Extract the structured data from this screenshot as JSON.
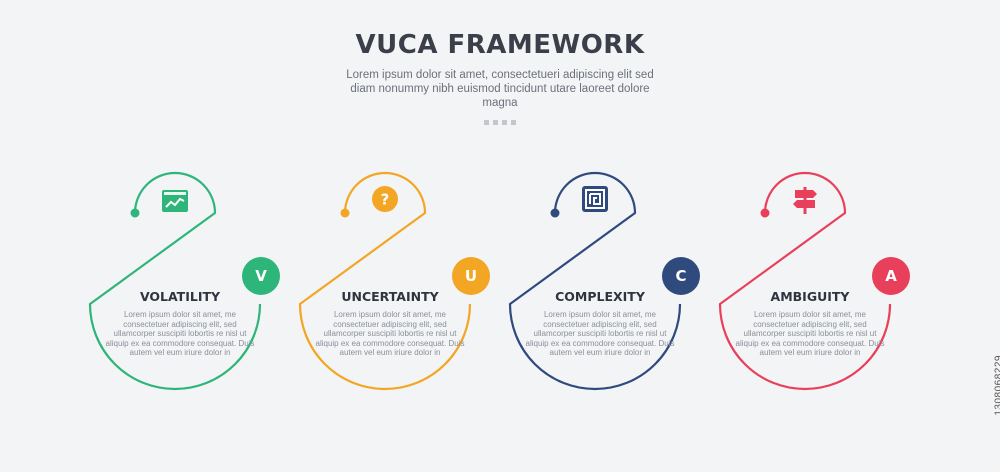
{
  "header": {
    "title": "VUCA FRAMEWORK",
    "subtitle": "Lorem ipsum dolor sit amet, consectetueri adipiscing elit sed diam nonummy nibh euismod tincidunt utare laoreet dolore magna"
  },
  "items": [
    {
      "title": "VOLATILITY",
      "letter": "V",
      "color": "#2db57a",
      "icon": "chart-window-icon",
      "description": "Lorem ipsum dolor sit amet, me consectetuer adipiscing elit, sed ullamcorper suscipiti lobortis re nisl ut aliquip ex ea commodore consequat. Duis autem vel eum iriure dolor in"
    },
    {
      "title": "UNCERTAINTY",
      "letter": "U",
      "color": "#f2a623",
      "icon": "question-mark-icon",
      "description": "Lorem ipsum dolor sit amet, me consectetuer adipiscing elit, sed ullamcorper suscipiti lobortis re nisl ut aliquip ex ea commodore consequat. Duis autem vel eum iriure dolor in"
    },
    {
      "title": "COMPLEXITY",
      "letter": "C",
      "color": "#2f4a7c",
      "icon": "maze-icon",
      "description": "Lorem ipsum dolor sit amet, me consectetuer adipiscing elit, sed ullamcorper suscipiti lobortis re nisl ut aliquip ex ea commodore consequat. Duis autem vel eum iriure dolor in"
    },
    {
      "title": "AMBIGUITY",
      "letter": "A",
      "color": "#e8405a",
      "icon": "signpost-icon",
      "description": "Lorem ipsum dolor sit amet, me consectetuer adipiscing elit, sed ullamcorper suscipiti lobortis re nisl ut aliquip ex ea commodore consequat. Duis autem vel eum iriure dolor in"
    }
  ],
  "stock_id": "1308068229"
}
